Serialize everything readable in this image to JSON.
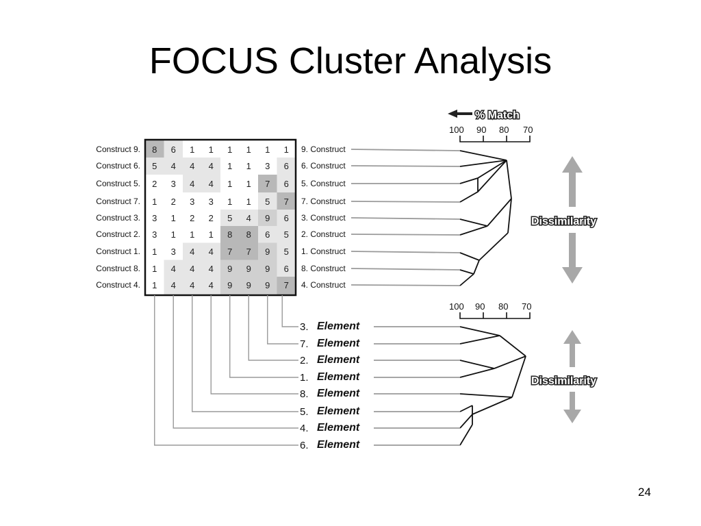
{
  "slide": {
    "title": "FOCUS Cluster Analysis",
    "page_number": "24"
  },
  "grid": {
    "row_labels_left": [
      "Construct 9.",
      "Construct 6.",
      "Construct 5.",
      "Construct 7.",
      "Construct 3.",
      "Construct 2.",
      "Construct 1.",
      "Construct 8.",
      "Construct 4."
    ],
    "row_labels_right": [
      "9. Construct",
      "6. Construct",
      "5. Construct",
      "7. Construct",
      "3. Construct",
      "2. Construct",
      "1. Construct",
      "8. Construct",
      "4. Construct"
    ],
    "rows": [
      [
        8,
        6,
        1,
        1,
        1,
        1,
        1,
        1
      ],
      [
        5,
        4,
        4,
        4,
        1,
        1,
        3,
        6
      ],
      [
        2,
        3,
        4,
        4,
        1,
        1,
        7,
        6
      ],
      [
        1,
        2,
        3,
        3,
        1,
        1,
        5,
        7
      ],
      [
        3,
        1,
        2,
        2,
        5,
        4,
        9,
        6
      ],
      [
        3,
        1,
        1,
        1,
        8,
        8,
        6,
        5
      ],
      [
        1,
        3,
        4,
        4,
        7,
        7,
        9,
        5
      ],
      [
        1,
        4,
        4,
        4,
        9,
        9,
        9,
        6
      ],
      [
        1,
        4,
        4,
        4,
        9,
        9,
        9,
        7
      ]
    ],
    "shade_colors": {
      "light": "#e6e6e6",
      "mid": "#d0d0d0",
      "dark": "#b8b8b8"
    }
  },
  "elements": {
    "numbers": [
      "3.",
      "7.",
      "2.",
      "1.",
      "8.",
      "5.",
      "4.",
      "6."
    ],
    "label": "Element"
  },
  "scale_top": {
    "arrow_label": "% Match",
    "ticks": [
      "100",
      "90",
      "80",
      "70"
    ]
  },
  "scale_bottom": {
    "ticks": [
      "100",
      "90",
      "80",
      "70"
    ]
  },
  "dissimilarity_label": "Dissimilarity",
  "colors": {
    "arrow_gray": "#a8a8a8",
    "line_gray": "#9a9a9a",
    "border": "#111111"
  }
}
